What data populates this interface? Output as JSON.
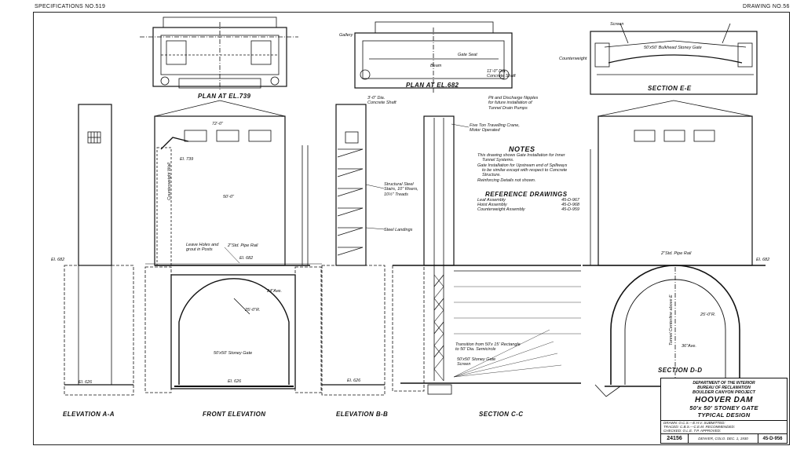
{
  "header": {
    "spec_number": "SPECIFICATIONS NO.519",
    "drawing_number": "DRAWING NO.56"
  },
  "views": {
    "plan_739": "PLAN AT EL.739",
    "plan_682": "PLAN AT EL.682",
    "section_ee": "SECTION E-E",
    "elevation_aa": "ELEVATION A-A",
    "front_elevation": "FRONT ELEVATION",
    "elevation_bb": "ELEVATION B-B",
    "section_cc": "SECTION C-C",
    "section_dd": "SECTION D-D"
  },
  "callouts": {
    "gallery": "Gallery",
    "gate_seat": "Gate Seat",
    "beam": "Beam",
    "concrete_shaft_11": "11'-0\" Dia.\nConcrete Shaft",
    "concrete_shaft_3": "3'-0\" Dia.\nConcrete Shaft",
    "pit_discharge": "Pit and Discharge Nipples\nfor future installation of\nTunnel Drain Pumps",
    "screen": "Screen",
    "bulkhead_gate": "50'x50' Bulkhead Stoney Gate",
    "counterweight": "Counterweight",
    "crane": "Five Ton Travelling Crane,\nMotor Operated",
    "structural_steel": "Structural Steel\nStairs, 10\" Risers,\n10½\" Treads",
    "steel_landings": "Steel Landings",
    "pipe_rail": "2\"Std. Pipe Rail",
    "leave_holes": "Leave Holes and\ngrout in Posts",
    "stoney_gate": "50'x50' Stoney Gate",
    "transition": "Transition from 50'x 15' Rectangle\nto 50' Dia. Semicircle",
    "stoney_gate_screen": "50'x50' Stoney Gate\nScreen",
    "counterweight_wall": "Counterweight Wall",
    "tunnel_centerline": "Tunnel Centerline above E",
    "el_739": "El. 739",
    "el_682": "El. 682",
    "el_626": "El. 626",
    "dim_72": "72'-0\"",
    "dim_50": "50'-0\"",
    "dim_25r": "25'-0\"R.",
    "dim_36ave": "36\"Ave.",
    "dim_24ave": "24\"Ave."
  },
  "notes": {
    "heading": "NOTES",
    "lines": [
      "This drawing shows Gate Installation for Inner",
      "Tunnel Systems.",
      "Gate Installation for Upstream end of Spillways",
      "to be similar except with respect to Concrete",
      "Structure.",
      "Reinforcing Details not shown."
    ]
  },
  "references": {
    "heading": "REFERENCE DRAWINGS",
    "items": [
      {
        "name": "Leaf Assembly",
        "number": "45-D-967"
      },
      {
        "name": "Hoist Assembly",
        "number": "45-D-968"
      },
      {
        "name": "Counterweight Assembly",
        "number": "45-D-959"
      }
    ]
  },
  "title_block": {
    "department": "DEPARTMENT OF THE INTERIOR",
    "bureau": "BUREAU OF RECLAMATION",
    "project": "BOULDER CANYON PROJECT",
    "title": "HOOVER DAM",
    "subtitle1": "50'x 50' STONEY GATE",
    "subtitle2": "TYPICAL DESIGN",
    "drawn": "DRAWN: O.C.S.—E.H.V. SUBMITTED:",
    "traced": "TRACED: C.B.S.—C.E.M. RECOMMENDED:",
    "checked": "CHECKED: O.L.E. T.P. APPROVED:",
    "number": "24156",
    "place_date": "DENVER, COLO. DEC. 1, 1930",
    "dwg_no": "45-D-956"
  }
}
